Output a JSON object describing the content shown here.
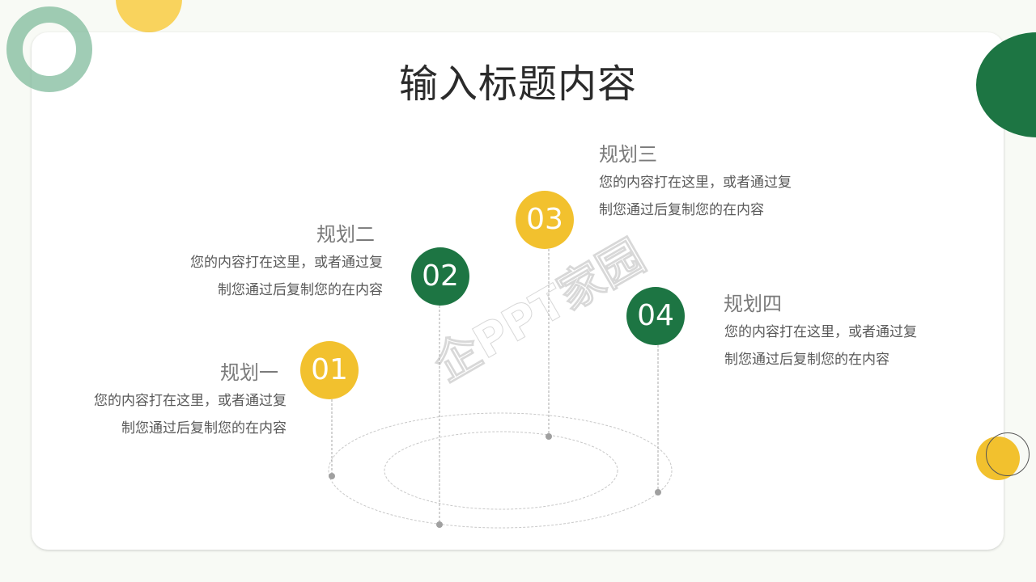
{
  "slide": {
    "title": "输入标题内容",
    "watermark": "企PPT家园",
    "colors": {
      "accent_yellow": "#f2c12e",
      "accent_green": "#1d7543",
      "light_green_ring": "#7cb898",
      "light_yellow": "#f9d35d",
      "background": "#f8faf5",
      "card": "#ffffff"
    },
    "items": [
      {
        "number": "01",
        "heading": "规划一",
        "line1": "您的内容打在这里，或者通过复",
        "line2": "制您通过后复制您的在内容",
        "color": "yellow"
      },
      {
        "number": "02",
        "heading": "规划二",
        "line1": "您的内容打在这里，或者通过复",
        "line2": "制您通过后复制您的在内容",
        "color": "green"
      },
      {
        "number": "03",
        "heading": "规划三",
        "line1": "您的内容打在这里，或者通过复",
        "line2": "制您通过后复制您的在内容",
        "color": "yellow"
      },
      {
        "number": "04",
        "heading": "规划四",
        "line1": "您的内容打在这里，或者通过复",
        "line2": "制您通过后复制您的在内容",
        "color": "green"
      }
    ]
  }
}
